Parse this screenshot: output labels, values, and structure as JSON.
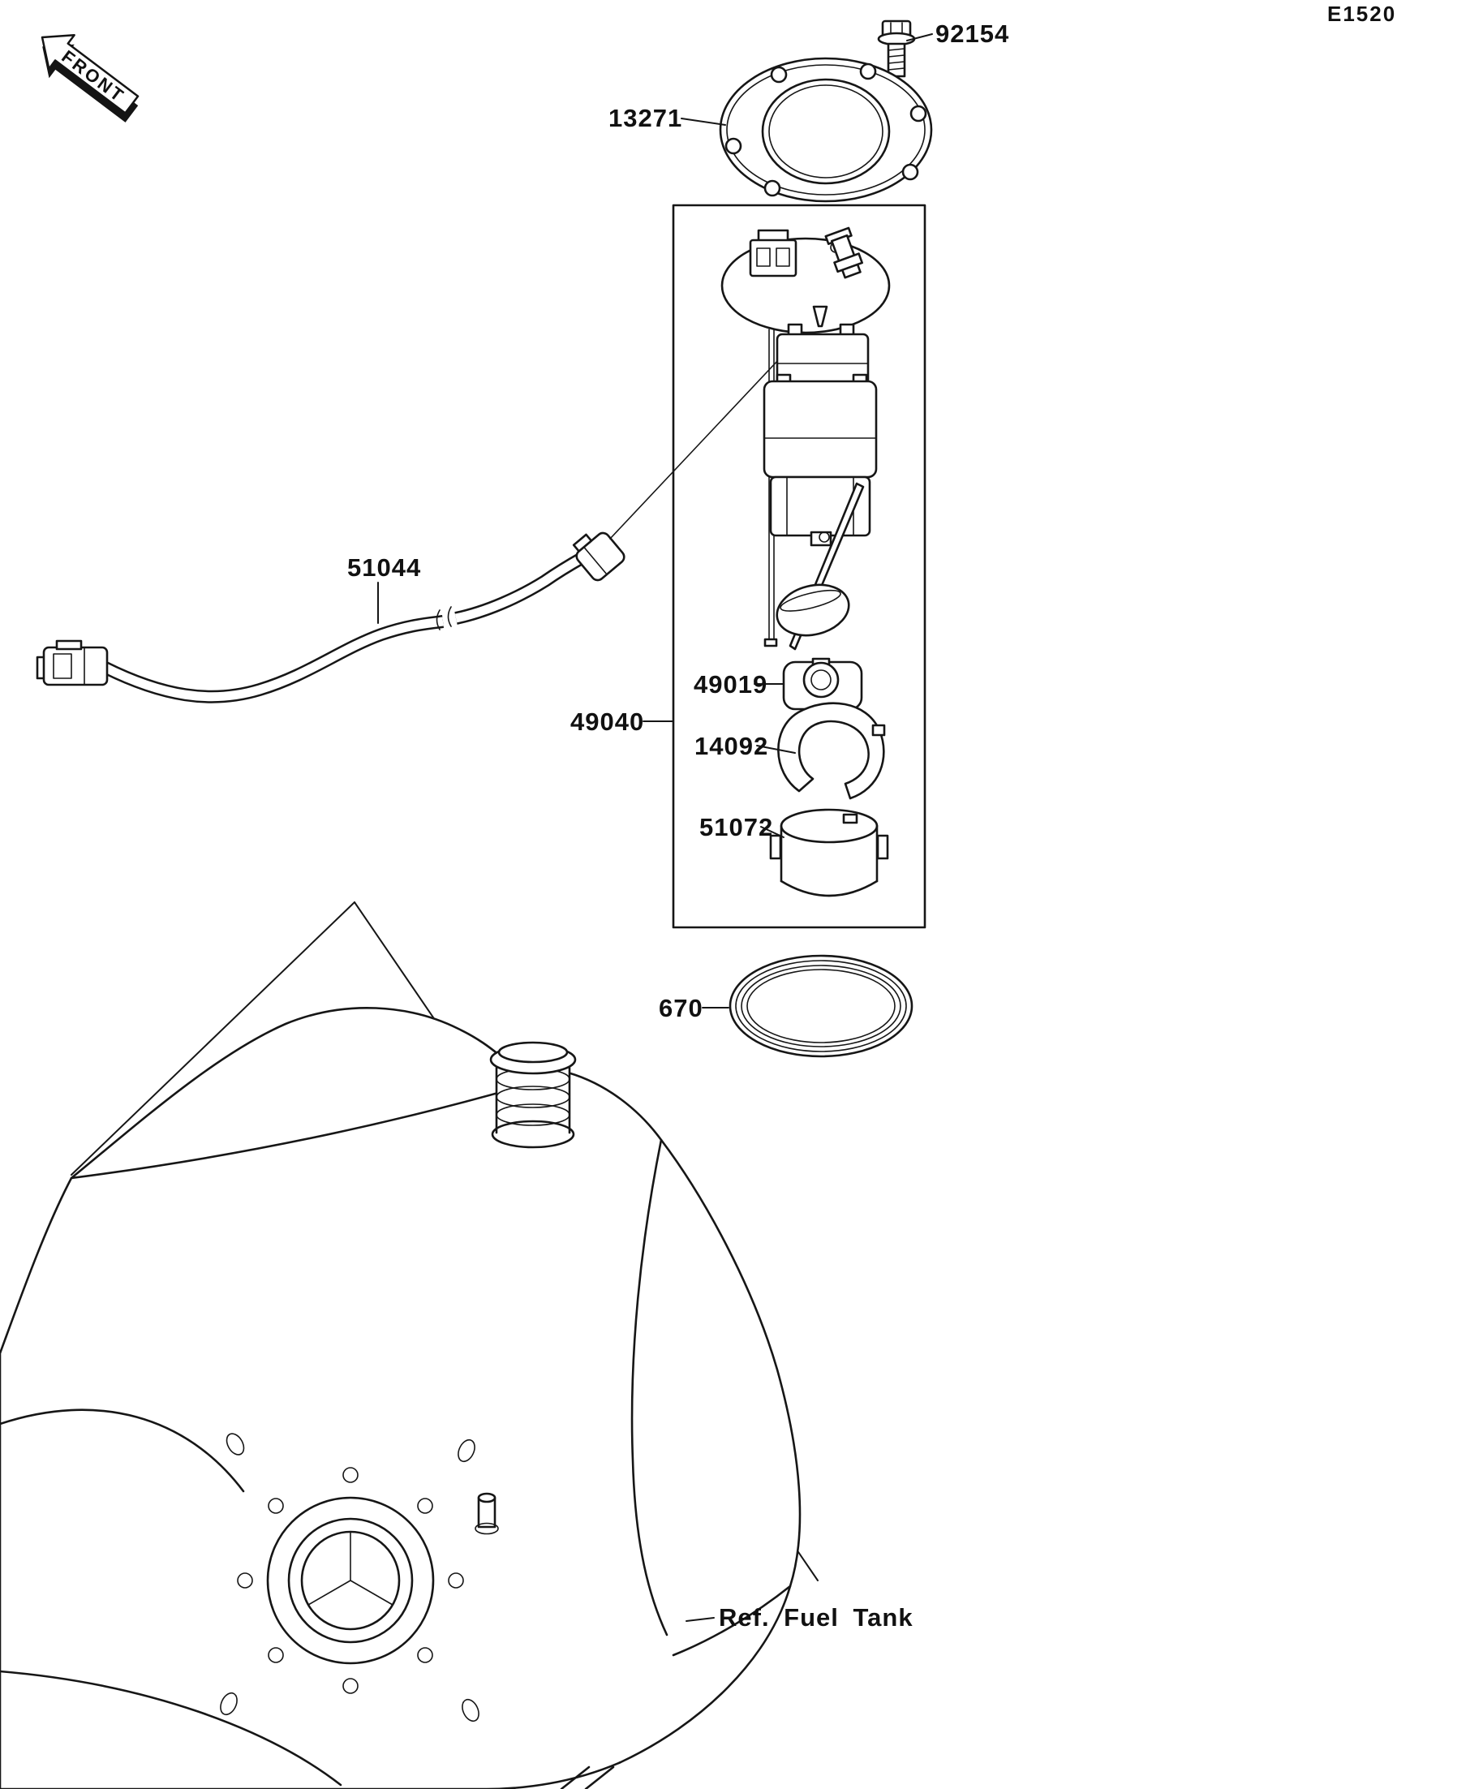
{
  "page": {
    "code": "E1520",
    "front_marker": "FRONT",
    "ref_note": "Ref. Fuel Tank"
  },
  "parts": {
    "bolt": "92154",
    "plate": "13271",
    "hose": "51044",
    "assembly": "49040",
    "filter": "49019",
    "cover": "14092",
    "case": "51072",
    "oring": "670"
  }
}
